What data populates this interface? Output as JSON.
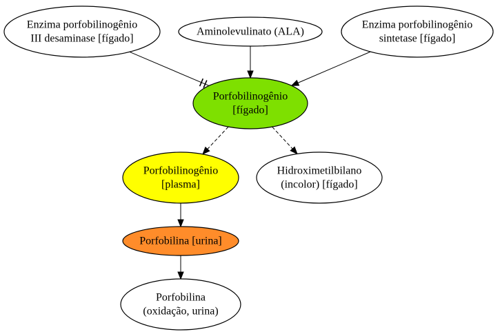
{
  "diagram": {
    "nodes": [
      {
        "id": "desaminase",
        "lines": [
          "Enzima porfobilinogênio",
          "III desaminase [fígado]"
        ],
        "fill": "#ffffff"
      },
      {
        "id": "ala",
        "lines": [
          "Aminolevulinato (ALA)"
        ],
        "fill": "#ffffff"
      },
      {
        "id": "sintetase",
        "lines": [
          "Enzima porfobilinogênio",
          "sintetase [fígado]"
        ],
        "fill": "#ffffff"
      },
      {
        "id": "pbg-figado",
        "lines": [
          "Porfobilinogênio",
          "[fígado]"
        ],
        "fill": "#7ee000"
      },
      {
        "id": "pbg-plasma",
        "lines": [
          "Porfobilinogênio",
          "[plasma]"
        ],
        "fill": "#ffff00"
      },
      {
        "id": "hidroximetilbilano",
        "lines": [
          "Hidroximetilbilano",
          "(incolor) [fígado]"
        ],
        "fill": "#ffffff"
      },
      {
        "id": "porfobilina-urina",
        "lines": [
          "Porfobilina [urina]"
        ],
        "fill": "#ff8c2a"
      },
      {
        "id": "porfobilina-oxidacao",
        "lines": [
          "Porfobilina",
          "(oxidação, urina)"
        ],
        "fill": "#ffffff"
      }
    ],
    "edges": [
      {
        "from": "desaminase",
        "to": "pbg-figado",
        "style": "inhibit"
      },
      {
        "from": "ala",
        "to": "pbg-figado",
        "style": "solid"
      },
      {
        "from": "sintetase",
        "to": "pbg-figado",
        "style": "solid"
      },
      {
        "from": "pbg-figado",
        "to": "pbg-plasma",
        "style": "dashed"
      },
      {
        "from": "pbg-figado",
        "to": "hidroximetilbilano",
        "style": "dashed"
      },
      {
        "from": "pbg-plasma",
        "to": "porfobilina-urina",
        "style": "solid"
      },
      {
        "from": "porfobilina-urina",
        "to": "porfobilina-oxidacao",
        "style": "solid"
      }
    ]
  }
}
